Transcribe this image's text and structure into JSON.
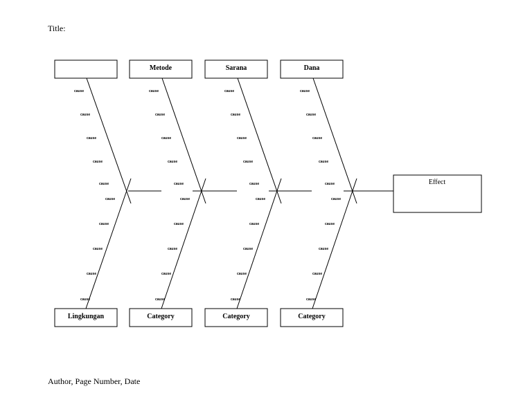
{
  "header": {
    "title": "Title:"
  },
  "footer": {
    "text": "Author, Page Number, Date"
  },
  "diagram": {
    "effect": "Effect",
    "top_categories": [
      "",
      "Metode",
      "Sarana",
      "Dana"
    ],
    "bottom_categories": [
      "Lingkungan",
      "Category",
      "Category",
      "Category"
    ],
    "cause_label": "cause"
  }
}
